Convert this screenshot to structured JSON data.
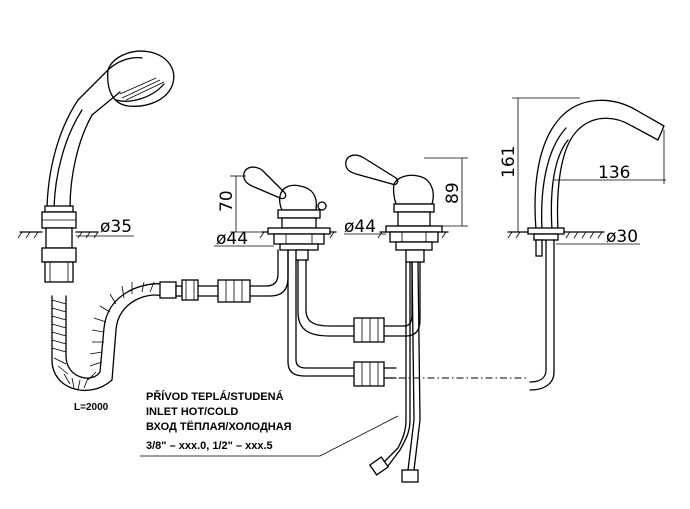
{
  "dimensions": {
    "hand_shower_dia": "ø35",
    "valve_left_height": "70",
    "valve_left_dia": "ø44",
    "valve_right_dia": "ø44",
    "valve_right_height": "89",
    "spout_height": "161",
    "spout_reach": "136",
    "spout_dia": "ø30"
  },
  "hose_length": "L=2000",
  "note": {
    "line1": "PŘÍVOD TEPLÁ/STUDENÁ",
    "line2": "INLET HOT/COLD",
    "line3": "ВХОД ТЁПЛАЯ/ХОЛОДНАЯ",
    "line4": "3/8\" – xxx.0, 1/2\" – xxx.5"
  }
}
